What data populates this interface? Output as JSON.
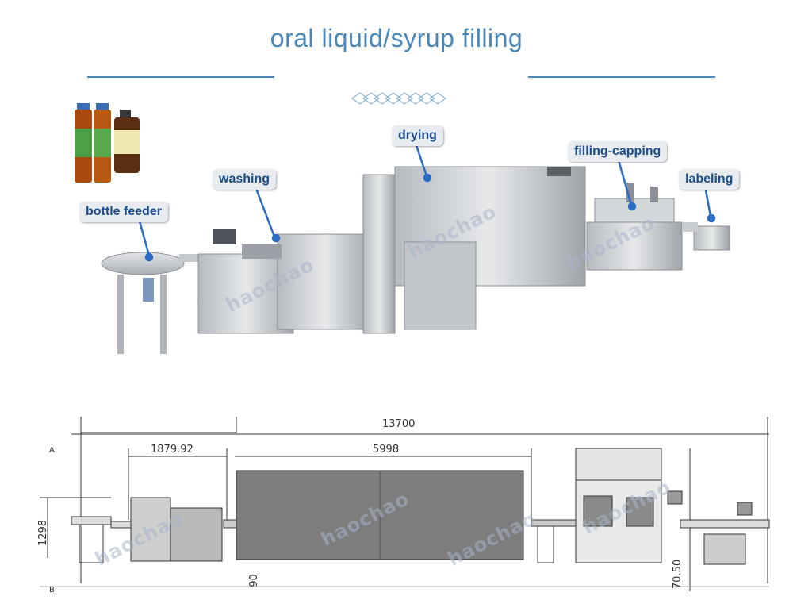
{
  "title": "oral liquid/syrup filling",
  "labels": {
    "bottle_feeder": "bottle feeder",
    "washing": "washing",
    "drying": "drying",
    "filling_capping": "filling-capping",
    "labeling": "labeling"
  },
  "dimensions": {
    "total_length": "13700",
    "washer_length": "1879.92",
    "tunnel_length": "5998",
    "height_left": "1298",
    "base_height": "90",
    "right_height": "70.50",
    "row_a": "A",
    "row_b": "B"
  },
  "watermark": "haochao",
  "colors": {
    "title": "#4a86b8",
    "label_text": "#1c4f8c",
    "label_bg": "#e8ebef",
    "arrow": "#2b6cc4",
    "steel": "#c9ccd0",
    "tunnel": "#7d7d7d"
  }
}
